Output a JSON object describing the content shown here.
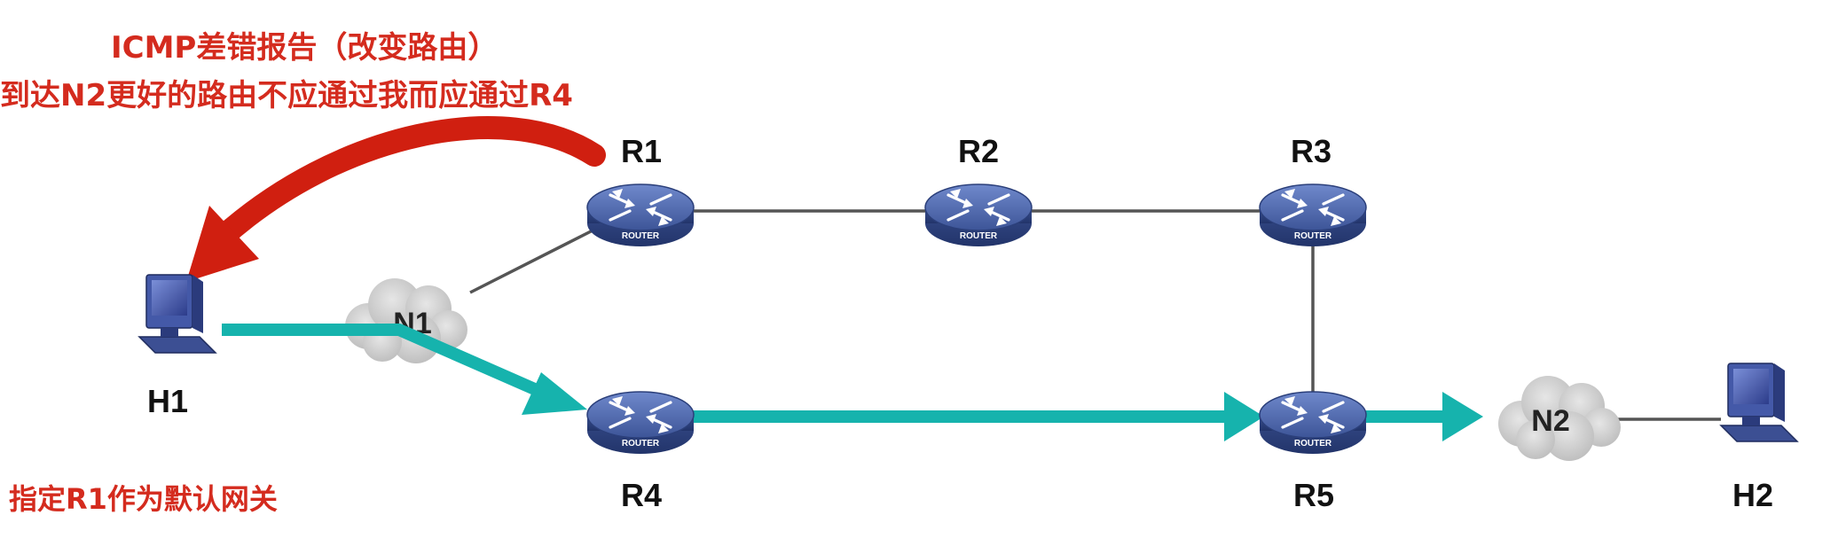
{
  "annotation": {
    "title_line1": "ICMP差错报告（改变路由）",
    "title_line2": "到达N2更好的路由不应通过我而应通过R4",
    "gateway_note": "指定R1作为默认网关"
  },
  "routers": {
    "r1": {
      "label": "R1",
      "badge": "ROUTER"
    },
    "r2": {
      "label": "R2",
      "badge": "ROUTER"
    },
    "r3": {
      "label": "R3",
      "badge": "ROUTER"
    },
    "r4": {
      "label": "R4",
      "badge": "ROUTER"
    },
    "r5": {
      "label": "R5",
      "badge": "ROUTER"
    }
  },
  "hosts": {
    "h1": {
      "label": "H1"
    },
    "h2": {
      "label": "H2"
    }
  },
  "networks": {
    "n1": {
      "label": "N1"
    },
    "n2": {
      "label": "N2"
    }
  },
  "colors": {
    "annotation_red": "#d42b1e",
    "redirect_arrow": "#d01f10",
    "data_path": "#16b3ad",
    "link": "#555555",
    "router_body": "#4a63a8",
    "cloud": "#cfcfcf"
  }
}
